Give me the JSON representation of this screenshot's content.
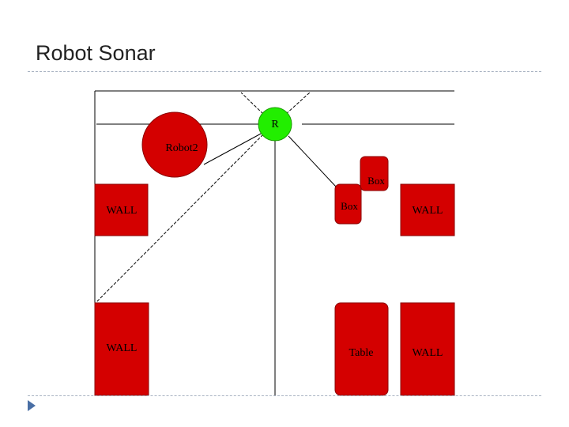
{
  "slide": {
    "title": "Robot Sonar",
    "colors": {
      "title_text": "#222222",
      "rule": "#a9b3c2",
      "bullet": "#4a6fa5"
    }
  },
  "diagram": {
    "colors": {
      "obstacle_fill": "#d40000",
      "obstacle_stroke": "#8a0000",
      "robot_fill": "#22ee00",
      "line": "#000000"
    },
    "labels": {
      "robot": "R",
      "robot2": "Robot2",
      "box_upper": "Box",
      "box_lower": "Box",
      "wall_upper_left": "WALL",
      "wall_upper_right": "WALL",
      "wall_lower_left": "WALL",
      "wall_lower_right": "WALL",
      "table": "Table"
    }
  }
}
